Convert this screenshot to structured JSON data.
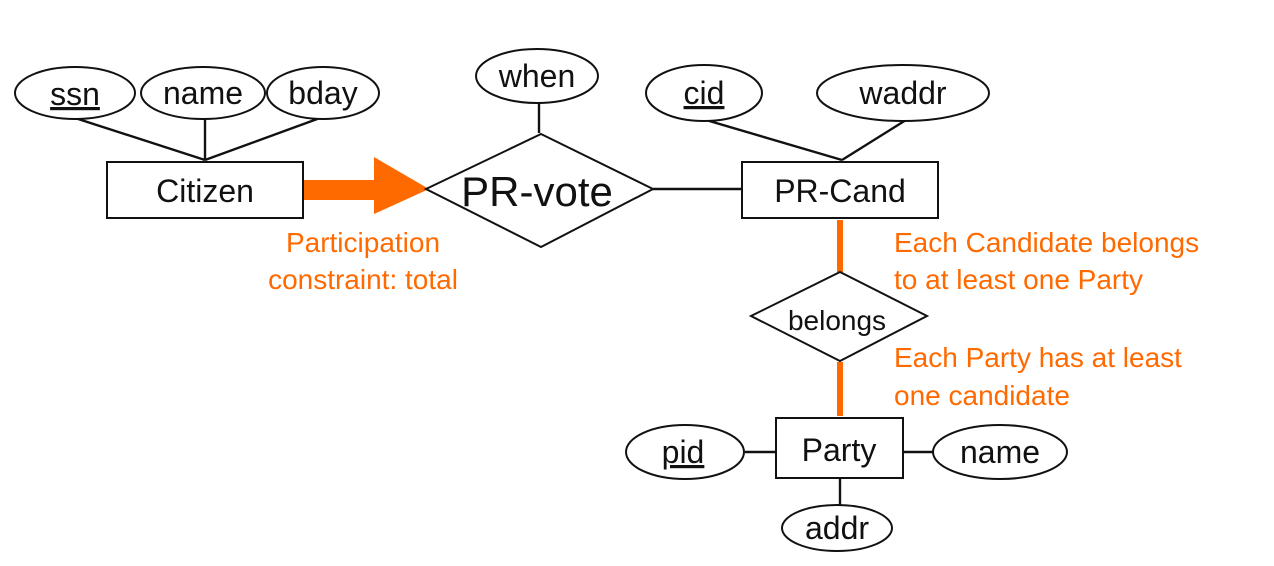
{
  "colors": {
    "ink": "#111111",
    "accent": "#ff6a00"
  },
  "entities": {
    "citizen": "Citizen",
    "pr_cand": "PR-Cand",
    "party": "Party"
  },
  "relationships": {
    "pr_vote": "PR-vote",
    "belongs": "belongs"
  },
  "attributes": {
    "ssn": "ssn",
    "citizen_name": "name",
    "bday": "bday",
    "when": "when",
    "cid": "cid",
    "waddr": "waddr",
    "pid": "pid",
    "party_name": "name",
    "addr": "addr"
  },
  "annotations": {
    "participation_line1": "Participation",
    "participation_line2": "constraint: total",
    "candidate_line1": "Each Candidate belongs",
    "candidate_line2": "to at least one Party",
    "party_line1": "Each Party has at least",
    "party_line2": "one candidate"
  }
}
